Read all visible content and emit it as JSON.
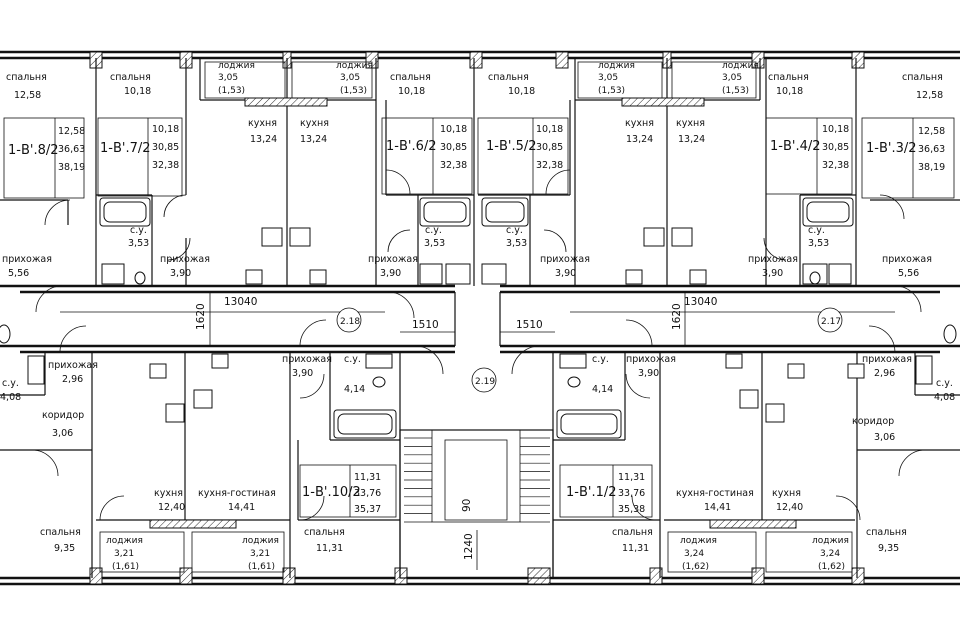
{
  "rooms": [
    {
      "id": "sp1",
      "name": "спальня",
      "area": "12,58"
    },
    {
      "id": "sp2",
      "name": "спальня",
      "area": "10,18"
    },
    {
      "id": "lo1",
      "name": "лоджия",
      "area": "3,05",
      "sub": "(1,53)"
    },
    {
      "id": "lo2",
      "name": "лоджия",
      "area": "3,05",
      "sub": "(1,53)"
    },
    {
      "id": "sp3",
      "name": "спальня",
      "area": "10,18"
    },
    {
      "id": "sp4",
      "name": "спальня",
      "area": "10,18"
    },
    {
      "id": "lo3",
      "name": "лоджия",
      "area": "3,05",
      "sub": "(1,53)"
    },
    {
      "id": "lo4",
      "name": "лоджия",
      "area": "3,05",
      "sub": "(1,53)"
    },
    {
      "id": "sp5",
      "name": "спальня",
      "area": "10,18"
    },
    {
      "id": "sp6",
      "name": "спальня",
      "area": "12,58"
    },
    {
      "id": "k1",
      "name": "кухня",
      "area": "13,24"
    },
    {
      "id": "k2",
      "name": "кухня",
      "area": "13,24"
    },
    {
      "id": "k3",
      "name": "кухня",
      "area": "13,24"
    },
    {
      "id": "k4",
      "name": "кухня",
      "area": "13,24"
    },
    {
      "id": "su1",
      "name": "с.у.",
      "area": "3,53"
    },
    {
      "id": "su2",
      "name": "с.у.",
      "area": "3,53"
    },
    {
      "id": "su3",
      "name": "с.у.",
      "area": "3,53"
    },
    {
      "id": "su4",
      "name": "с.у.",
      "area": "3,53"
    },
    {
      "id": "pr1",
      "name": "прихожая",
      "area": "5,56"
    },
    {
      "id": "pr2",
      "name": "прихожая",
      "area": "3,90"
    },
    {
      "id": "pr3",
      "name": "прихожая",
      "area": "3,90"
    },
    {
      "id": "pr4",
      "name": "прихожая",
      "area": "3,90"
    },
    {
      "id": "pr5",
      "name": "прихожая",
      "area": "3,90"
    },
    {
      "id": "pr6",
      "name": "прихожая",
      "area": "5,56"
    },
    {
      "id": "pr7",
      "name": "прихожая",
      "area": "2,96"
    },
    {
      "id": "pr8",
      "name": "прихожая",
      "area": "3,90"
    },
    {
      "id": "pr9",
      "name": "прихожая",
      "area": "3,90"
    },
    {
      "id": "pr10",
      "name": "прихожая",
      "area": "2,96"
    },
    {
      "id": "su5",
      "name": "с.у.",
      "area": "4,08"
    },
    {
      "id": "su6",
      "name": "с.у.",
      "area": "4,14"
    },
    {
      "id": "su7",
      "name": "с.у.",
      "area": "4,14"
    },
    {
      "id": "su8",
      "name": "с.у.",
      "area": "4,08"
    },
    {
      "id": "kr1",
      "name": "коридор",
      "area": "3,06"
    },
    {
      "id": "kr2",
      "name": "коридор",
      "area": "3,06"
    },
    {
      "id": "k5",
      "name": "кухня",
      "area": "12,40"
    },
    {
      "id": "kg1",
      "name": "кухня-гостиная",
      "area": "14,41"
    },
    {
      "id": "kg2",
      "name": "кухня-гостиная",
      "area": "14,41"
    },
    {
      "id": "k6",
      "name": "кухня",
      "area": "12,40"
    },
    {
      "id": "sp7",
      "name": "спальня",
      "area": "9,35"
    },
    {
      "id": "sp8",
      "name": "спальня",
      "area": "11,31"
    },
    {
      "id": "sp9",
      "name": "спальня",
      "area": "11,31"
    },
    {
      "id": "sp10",
      "name": "спальня",
      "area": "9,35"
    },
    {
      "id": "lo5",
      "name": "лоджия",
      "area": "3,21",
      "sub": "(1,61)"
    },
    {
      "id": "lo6",
      "name": "лоджия",
      "area": "3,21",
      "sub": "(1,61)"
    },
    {
      "id": "lo7",
      "name": "лоджия",
      "area": "3,24",
      "sub": "(1,62)"
    },
    {
      "id": "lo8",
      "name": "лоджия",
      "area": "3,24",
      "sub": "(1,62)"
    }
  ],
  "apartments": [
    {
      "id": "a8",
      "label": "1-В'.8/2",
      "v1": "12,58",
      "v2": "36,63",
      "v3": "38,19"
    },
    {
      "id": "a7",
      "label": "1-В'.7/2",
      "v1": "10,18",
      "v2": "30,85",
      "v3": "32,38"
    },
    {
      "id": "a6",
      "label": "1-В'.6/2",
      "v1": "10,18",
      "v2": "30,85",
      "v3": "32,38"
    },
    {
      "id": "a5",
      "label": "1-В'.5/2",
      "v1": "10,18",
      "v2": "30,85",
      "v3": "32,38"
    },
    {
      "id": "a4",
      "label": "1-В'.4/2",
      "v1": "10,18",
      "v2": "30,85",
      "v3": "32,38"
    },
    {
      "id": "a3",
      "label": "1-В'.3/2",
      "v1": "12,58",
      "v2": "36,63",
      "v3": "38,19"
    },
    {
      "id": "a10",
      "label": "1-В'.10/2",
      "v1": "11,31",
      "v2": "33,76",
      "v3": "35,37"
    },
    {
      "id": "a1",
      "label": "1-В'.1/2",
      "v1": "11,31",
      "v2": "33,76",
      "v3": "35,38"
    }
  ],
  "dimensions": [
    {
      "id": "d1",
      "text": "13040"
    },
    {
      "id": "d2",
      "text": "13040"
    },
    {
      "id": "d3",
      "text": "1620"
    },
    {
      "id": "d4",
      "text": "1620"
    },
    {
      "id": "d5",
      "text": "1510"
    },
    {
      "id": "d6",
      "text": "1510"
    },
    {
      "id": "d7",
      "text": "1240"
    },
    {
      "id": "d8",
      "text": "90"
    }
  ],
  "markers": [
    {
      "id": "m1",
      "text": "2.18"
    },
    {
      "id": "m2",
      "text": "2.17"
    },
    {
      "id": "m3",
      "text": "2.19"
    }
  ]
}
